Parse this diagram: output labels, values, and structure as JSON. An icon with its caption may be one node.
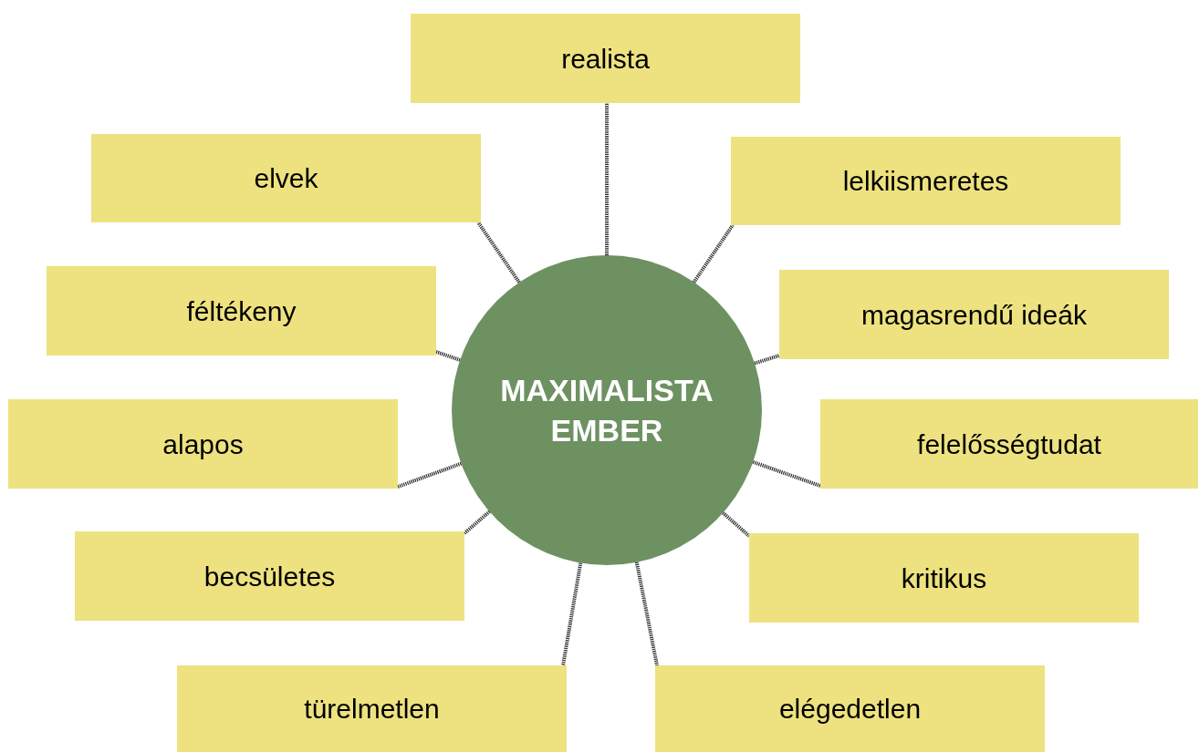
{
  "diagram": {
    "nodes": [
      {
        "text": [
          "MAXIMALISTA EMBER"
        ]
      },
      {
        "text": [
          "realista"
        ]
      },
      {
        "text": [
          "elvek"
        ]
      },
      {
        "text": [
          "lelkiismeretes"
        ]
      },
      {
        "text": [
          "féltékeny"
        ]
      },
      {
        "text": [
          "magasrendű ideák"
        ]
      },
      {
        "text": [
          "alapos"
        ]
      },
      {
        "text": [
          "felelősségtudat"
        ]
      },
      {
        "text": [
          "becsületes"
        ]
      },
      {
        "text": [
          "kritikus"
        ]
      },
      {
        "text": [
          "türelmetlen"
        ]
      },
      {
        "text": [
          "elégedetlen"
        ]
      }
    ],
    "edges": [
      {
        "from": 0,
        "to": 1,
        "arrow": "none"
      },
      {
        "from": 0,
        "to": 2,
        "arrow": "none"
      },
      {
        "from": 0,
        "to": 3,
        "arrow": "none"
      },
      {
        "from": 0,
        "to": 4,
        "arrow": "none"
      },
      {
        "from": 0,
        "to": 5,
        "arrow": "none"
      },
      {
        "from": 0,
        "to": 6,
        "arrow": "none"
      },
      {
        "from": 0,
        "to": 7,
        "arrow": "none"
      },
      {
        "from": 0,
        "to": 8,
        "arrow": "none"
      },
      {
        "from": 0,
        "to": 9,
        "arrow": "none"
      },
      {
        "from": 0,
        "to": 10,
        "arrow": "none"
      },
      {
        "from": 0,
        "to": 11,
        "arrow": "none"
      }
    ]
  }
}
